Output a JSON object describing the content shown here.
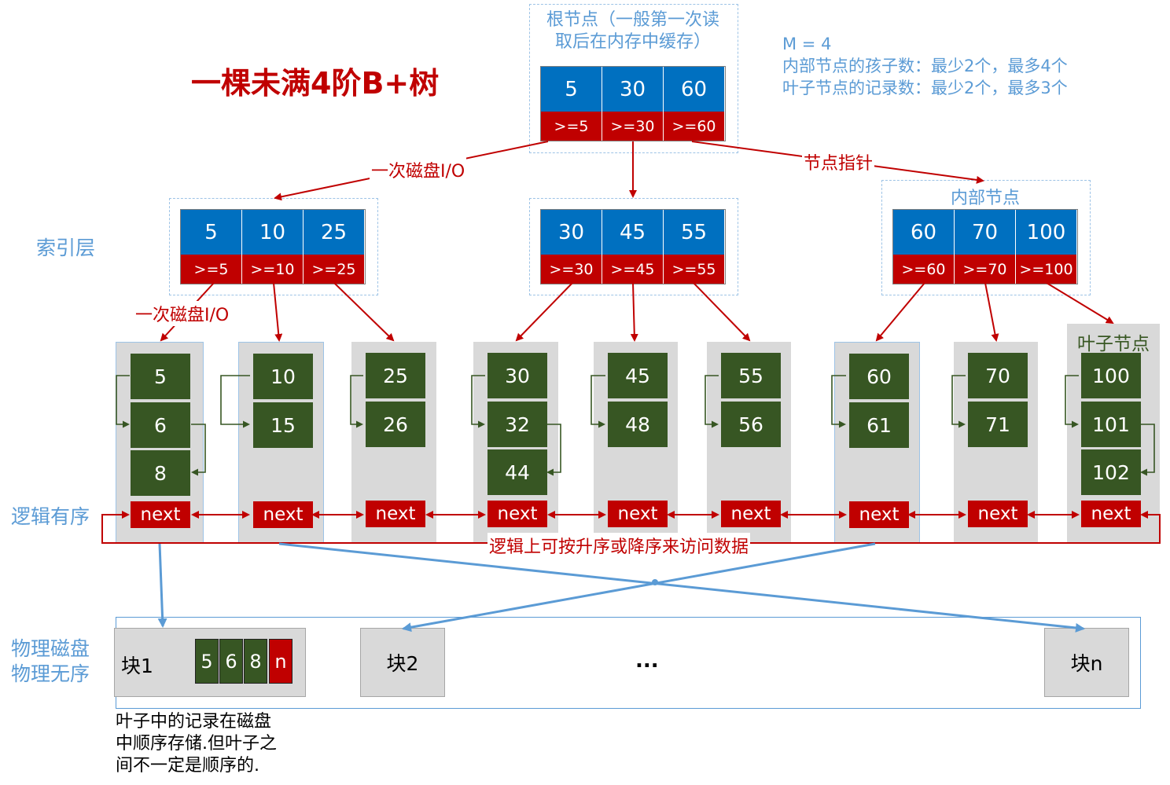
{
  "title": "一棵未满4阶B+树",
  "params": {
    "m": "M = 4",
    "internal_children": "内部节点的孩子数：最少2个，最多4个",
    "leaf_records": "叶子节点的记录数：最少2个，最多3个"
  },
  "root": {
    "caption_line1": "根节点（一般第一次读",
    "caption_line2": "取后在内存中缓存）",
    "keys": [
      "5",
      "30",
      "60"
    ],
    "pointers": [
      ">=5",
      ">=30",
      ">=60"
    ]
  },
  "internal_nodes": [
    {
      "keys": [
        "5",
        "10",
        "25"
      ],
      "pointers": [
        ">=5",
        ">=10",
        ">=25"
      ]
    },
    {
      "keys": [
        "30",
        "45",
        "55"
      ],
      "pointers": [
        ">=30",
        ">=45",
        ">=55"
      ]
    },
    {
      "label": "内部节点",
      "keys": [
        "60",
        "70",
        "100"
      ],
      "pointers": [
        ">=60",
        ">=70",
        ">=100"
      ]
    }
  ],
  "labels": {
    "disk_io_1": "一次磁盘I/O",
    "disk_io_2": "一次磁盘I/O",
    "node_pointer": "节点指针",
    "index_layer": "索引层",
    "logical_order": "逻辑有序",
    "leaf_node": "叶子节点",
    "traverse": "逻辑上可按升序或降序来访问数据",
    "physical_disk": "物理磁盘",
    "physical_unordered": "物理无序"
  },
  "leaves": [
    {
      "records": [
        "5",
        "6",
        "8"
      ],
      "next": "next"
    },
    {
      "records": [
        "10",
        "15"
      ],
      "next": "next"
    },
    {
      "records": [
        "25",
        "26"
      ],
      "next": "next"
    },
    {
      "records": [
        "30",
        "32",
        "44"
      ],
      "next": "next"
    },
    {
      "records": [
        "45",
        "48"
      ],
      "next": "next"
    },
    {
      "records": [
        "55",
        "56"
      ],
      "next": "next"
    },
    {
      "records": [
        "60",
        "61"
      ],
      "next": "next"
    },
    {
      "records": [
        "70",
        "71"
      ],
      "next": "next"
    },
    {
      "records": [
        "100",
        "101",
        "102"
      ],
      "next": "next"
    }
  ],
  "disk": {
    "block1": "块1",
    "block1_cells": [
      "5",
      "6",
      "8",
      "n"
    ],
    "block2": "块2",
    "ellipsis": "...",
    "blockn": "块n"
  },
  "footnote": [
    "叶子中的记录在磁盘",
    "中顺序存储.但叶子之",
    "间不一定是顺序的."
  ],
  "colors": {
    "internal_key": "#0070c0",
    "pointer": "#c00000",
    "leaf_record": "#375623",
    "leaf_bg": "#d9d9d9",
    "accent_text": "#5b9bd5",
    "title": "#c00000"
  }
}
